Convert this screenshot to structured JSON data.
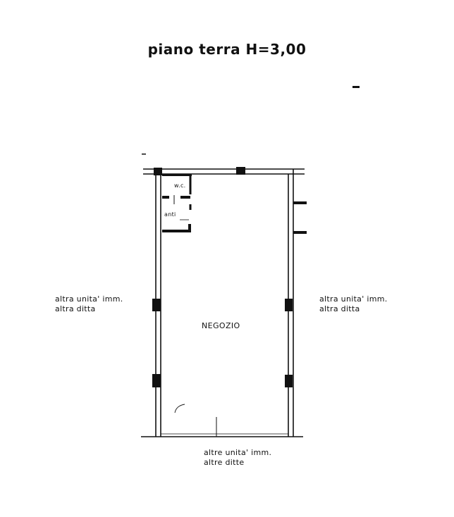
{
  "drawing": {
    "title": "piano terra H=3,00",
    "left_label": {
      "line1": "altra unita' imm.",
      "line2": "altra ditta"
    },
    "right_label": {
      "line1": "altra unita' imm.",
      "line2": "altra ditta"
    },
    "bottom_label": {
      "line1": "altre unita' imm.",
      "line2": "altre ditte"
    },
    "room": "NEGOZIO",
    "wc": "w.c.",
    "anti": "anti"
  },
  "colors": {
    "ink": "#111111",
    "paper": "#ffffff"
  }
}
